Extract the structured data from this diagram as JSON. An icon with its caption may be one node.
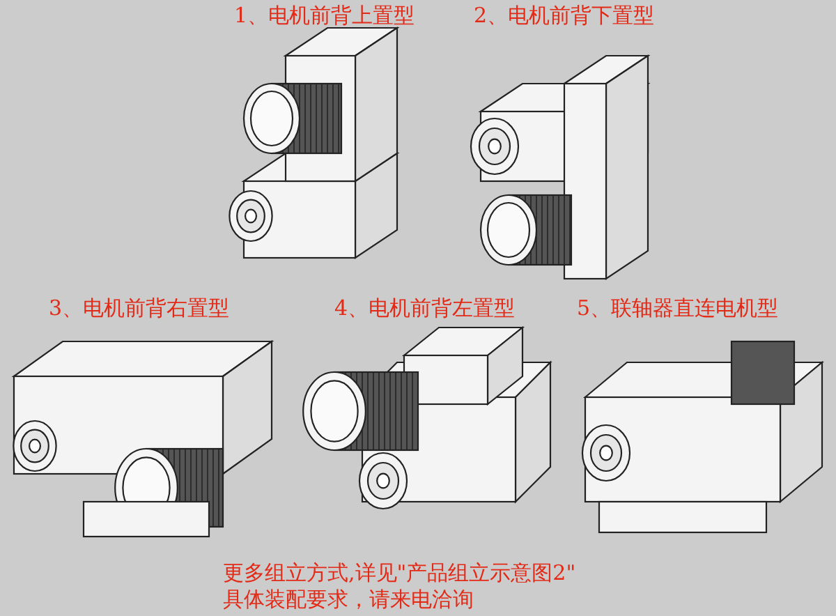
{
  "diagram": {
    "labels": [
      "1、电机前背上置型",
      "2、电机前背下置型",
      "3、电机前背右置型",
      "4、电机前背左置型",
      "5、联轴器直连电机型",
      "更多组立方式,详见\"产品组立示意图2\"",
      "具体装配要求，请来电洽询"
    ]
  }
}
